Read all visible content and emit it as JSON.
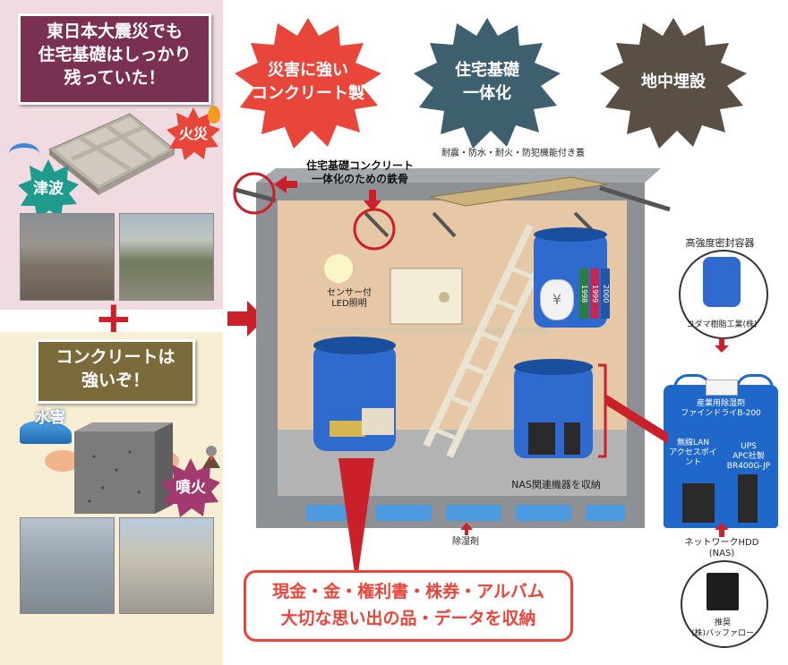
{
  "left_top": {
    "title_lines": [
      "東日本大震災でも",
      "住宅基礎はしっかり",
      "残っていた！"
    ],
    "fire_label": "火災",
    "tsunami_label": "津波"
  },
  "left_bottom": {
    "title_lines": [
      "コンクリートは",
      "強いぞ！"
    ],
    "flood_label": "水害",
    "eruption_label": "噴火"
  },
  "features": [
    {
      "label_lines": [
        "災害に強い",
        "コンクリート製"
      ],
      "color": "#e8463b"
    },
    {
      "label_lines": [
        "住宅基礎",
        "一体化"
      ],
      "color": "#3e5f6e"
    },
    {
      "label_lines": [
        "地中埋設"
      ],
      "color": "#5a4f45"
    }
  ],
  "labels": {
    "rebar_lines": [
      "住宅基礎コンクリート",
      "一体化のための鉄骨"
    ],
    "lid": "耐震・防水・耐火・防犯機能付き蓋",
    "led_lines": [
      "センサー付",
      "LED照明"
    ],
    "nas_storage": "NAS関連機器を収納",
    "desiccant": "除湿剤",
    "container_title": "高強度密封容器",
    "container_maker": "コダマ樹脂工業(株)",
    "dryer_lines": [
      "産業用除湿剤",
      "ファインドライB-200"
    ],
    "lan_lines": [
      "無線LAN",
      "アクセスポイント"
    ],
    "ups_lines": [
      "UPS",
      "APC社製",
      "BR400G-JP"
    ],
    "hdd_lines": [
      "ネットワークHDD",
      "(NAS)"
    ],
    "recommend_lines": [
      "推奨",
      "(株)バッファロー"
    ],
    "book_labels": [
      "1998",
      "1999",
      "2000"
    ],
    "cash_symbol": "¥"
  },
  "storage_lines": [
    "現金・金・権利書・株券・アルバム",
    "大切な思い出の品・データを収納"
  ],
  "plus": "+",
  "colors": {
    "red": "#e8463b",
    "slate": "#3e5f6e",
    "brown": "#5a4f45",
    "blue": "#1c6fd1"
  }
}
